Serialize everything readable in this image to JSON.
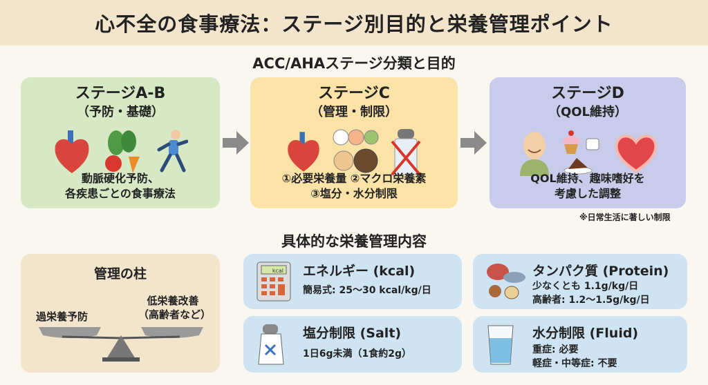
{
  "title": "心不全の食事療法：ステージ別目的と栄養管理ポイント",
  "section1": "ACC/AHAステージ分類と目的",
  "stages": [
    {
      "title": "ステージA-B",
      "subtitle": "（予防・基礎）",
      "desc": [
        "動脈硬化予防、",
        "各疾患ごとの食事療法"
      ],
      "icons": [
        "heart-icon",
        "vegetables-icon",
        "runner-icon"
      ]
    },
    {
      "title": "ステージC",
      "subtitle": "（管理・制限）",
      "desc": [
        "①必要栄養量 ②マクロ栄養素",
        "③塩分・水分制限"
      ],
      "icons": [
        "heart-icon",
        "meal-plates-icon",
        "salt-shaker-crossed-icon"
      ]
    },
    {
      "title": "ステージD",
      "subtitle": "（QOL維持）",
      "desc": [
        "QOL維持、趣味嗜好を",
        "考慮した調整"
      ],
      "icons": [
        "elderly-person-icon",
        "sweets-tea-icon",
        "heart-icon"
      ]
    }
  ],
  "stage_note": "※日常生活に著しい制限",
  "section2": "具体的な栄養管理内容",
  "pillars": {
    "title": "管理の柱",
    "left": "過栄養予防",
    "right": [
      "低栄養改善",
      "（高齢者など）"
    ]
  },
  "cards": [
    {
      "title": "エネルギー (kcal)",
      "lines": [
        "簡易式: 25〜30 kcal/kg/日"
      ],
      "icon_label": "kcal"
    },
    {
      "title": "タンパク質 (Protein)",
      "lines": [
        "少なくとも 1.1g/kg/日",
        "高齢者: 1.2〜1.5g/kg/日"
      ]
    },
    {
      "title": "塩分制限 (Salt)",
      "lines": [
        "1日6g未満（1食約2g）"
      ]
    },
    {
      "title": "水分制限 (Fluid)",
      "lines": [
        "重症: 必要",
        "軽症・中等症: 不要"
      ]
    }
  ],
  "colors": {
    "stageAB": "#d6e8c4",
    "stageC": "#fbe2a6",
    "stageD": "#c8cbe9",
    "card": "#cfe4f2",
    "pillar": "#f2e5cc"
  }
}
